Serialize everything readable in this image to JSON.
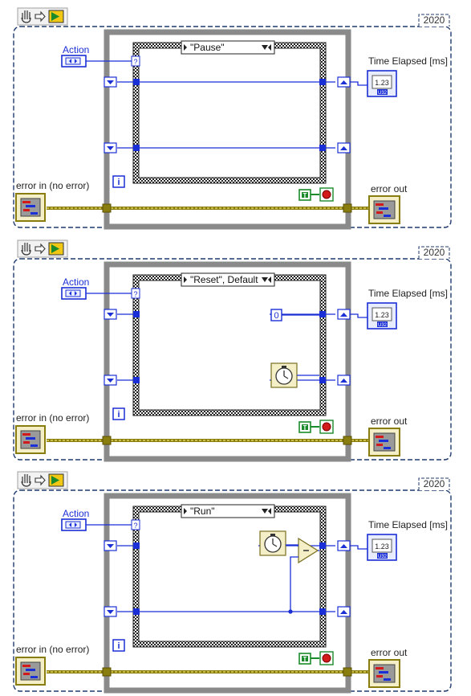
{
  "colors": {
    "bg": "#ffffff",
    "frame_border": "#1f3a6d",
    "loop_gray": "#8a8a8a",
    "wire_blue": "#1b2fd6",
    "wire_error": "#8a7d10",
    "wire_error_light": "#e0d35a",
    "stop_red": "#d21a1a",
    "bool_green": "#1b8a2a",
    "label_blue": "#1b2fd6"
  },
  "labels": {
    "version": "2020",
    "action": "Action",
    "time_elapsed": "Time Elapsed [ms]",
    "error_in": "error in (no error)",
    "error_out": "error out",
    "u32": "U32",
    "indicator_value": "1.23",
    "iteration": "i",
    "true_const": "T",
    "selector": "?"
  },
  "panels": [
    {
      "case": "\"Pause\"",
      "has_zero": false,
      "has_timer": false,
      "has_subtract": false,
      "zero_value": ""
    },
    {
      "case": "\"Reset\", Default",
      "has_zero": true,
      "has_timer": true,
      "has_subtract": false,
      "zero_value": "0"
    },
    {
      "case": "\"Run\"",
      "has_zero": false,
      "has_timer": true,
      "has_subtract": true,
      "zero_value": ""
    }
  ],
  "icons": [
    "hand-icon",
    "run-arrow-icon",
    "vi-icon",
    "stop-button-icon",
    "tick-count-icon",
    "shift-register-icon"
  ]
}
